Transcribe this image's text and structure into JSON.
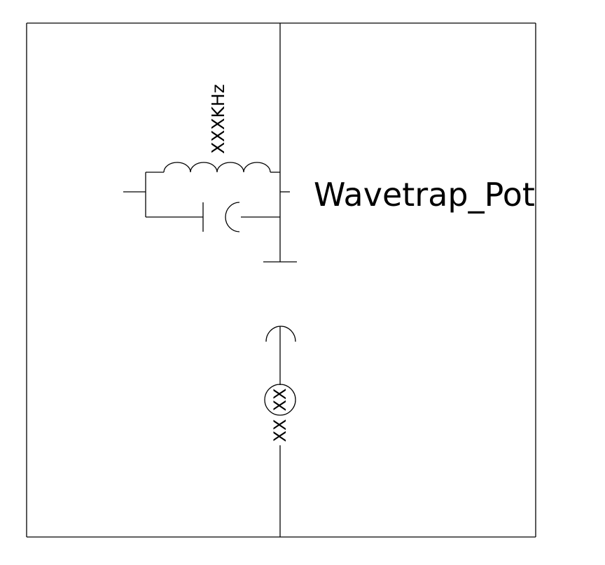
{
  "diagram": {
    "title": "Wavetrap_Pot",
    "frequency_label": "XXXKHz",
    "source_label": "XX",
    "lower_label": "XX"
  },
  "colors": {
    "line": "#000000",
    "background": "#ffffff"
  }
}
